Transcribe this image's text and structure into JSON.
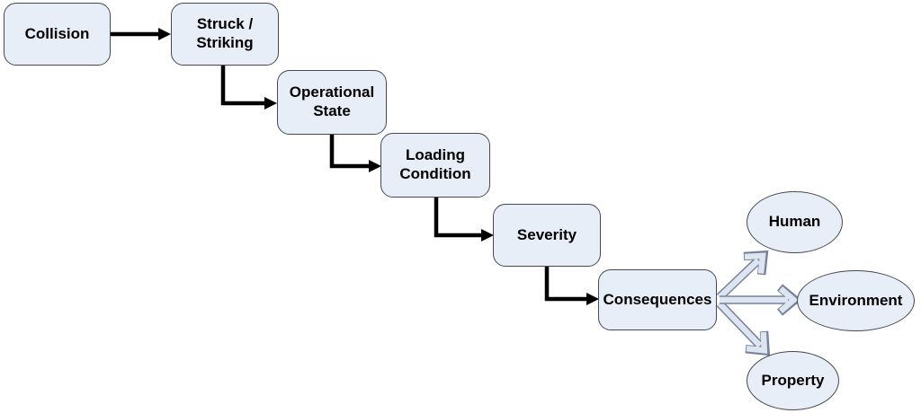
{
  "diagram": {
    "description": "Collision event escalation flowchart",
    "nodes": {
      "collision": {
        "label": "Collision",
        "shape": "rounded-rect"
      },
      "struck_striking": {
        "label": "Struck / Striking",
        "shape": "rounded-rect"
      },
      "operational_state": {
        "label": "Operational State",
        "shape": "rounded-rect"
      },
      "loading_condition": {
        "label": "Loading Condition",
        "shape": "rounded-rect"
      },
      "severity": {
        "label": "Severity",
        "shape": "rounded-rect"
      },
      "consequences": {
        "label": "Consequences",
        "shape": "rounded-rect"
      },
      "human": {
        "label": "Human",
        "shape": "ellipse"
      },
      "environment": {
        "label": "Environment",
        "shape": "ellipse"
      },
      "property": {
        "label": "Property",
        "shape": "ellipse"
      }
    },
    "edges": [
      {
        "from": "Collision",
        "to": "Struck / Striking",
        "style": "solid-black-arrow"
      },
      {
        "from": "Struck / Striking",
        "to": "Operational State",
        "style": "solid-black-elbow-arrow"
      },
      {
        "from": "Operational State",
        "to": "Loading Condition",
        "style": "solid-black-elbow-arrow"
      },
      {
        "from": "Loading Condition",
        "to": "Severity",
        "style": "solid-black-elbow-arrow"
      },
      {
        "from": "Severity",
        "to": "Consequences",
        "style": "solid-black-elbow-arrow"
      },
      {
        "from": "Consequences",
        "to": "Human",
        "style": "outlined-block-arrow"
      },
      {
        "from": "Consequences",
        "to": "Environment",
        "style": "outlined-block-arrow"
      },
      {
        "from": "Consequences",
        "to": "Property",
        "style": "outlined-block-arrow"
      }
    ],
    "colors": {
      "node_fill": "#e8eef7",
      "node_border": "#45494f",
      "connector": "#000000",
      "block_arrow_fill": "#dde5f1",
      "block_arrow_outline": "#76819b",
      "background": "#ffffff"
    }
  }
}
